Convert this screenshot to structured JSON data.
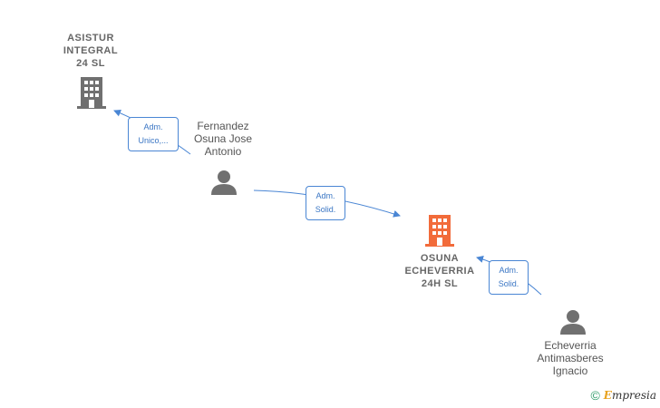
{
  "nodes": {
    "asistur": {
      "label": "ASISTUR\nINTEGRAL\n24  SL",
      "icon": "building-icon",
      "color": "#707070"
    },
    "fernandez": {
      "label": "Fernandez\nOsuna Jose\nAntonio",
      "icon": "person-icon",
      "color": "#707070"
    },
    "osuna": {
      "label": "OSUNA\nECHEVERRIA\n24H  SL",
      "icon": "building-icon",
      "color": "#f26b3a"
    },
    "echeverria": {
      "label": "Echeverria\nAntimasberes\nIgnacio",
      "icon": "person-icon",
      "color": "#707070"
    }
  },
  "edges": {
    "fernandez_asistur": {
      "label": "Adm.\nUnico,..."
    },
    "fernandez_osuna": {
      "label": "Adm.\nSolid."
    },
    "echeverria_osuna": {
      "label": "Adm.\nSolid."
    }
  },
  "footer": {
    "copyright": "©",
    "brand_first": "E",
    "brand_rest": "mpresia"
  },
  "colors": {
    "edge": "#4a86d4",
    "main_company": "#f26b3a",
    "default": "#707070"
  }
}
